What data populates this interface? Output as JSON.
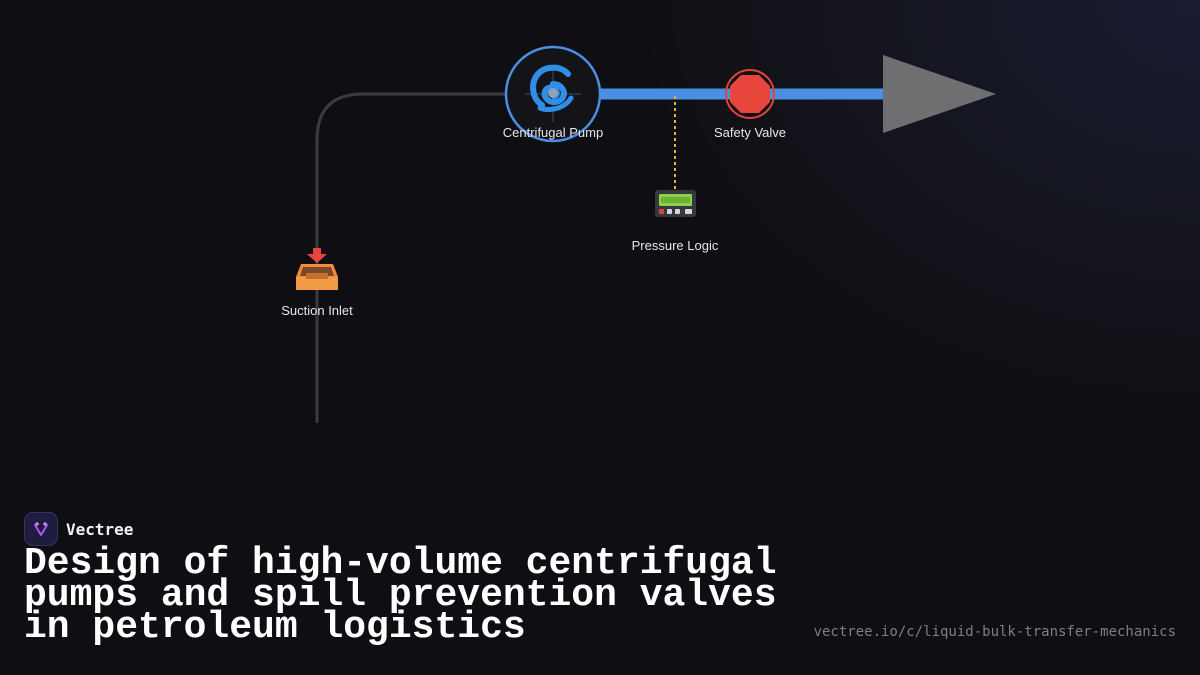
{
  "diagram": {
    "nodes": {
      "suction_inlet": {
        "label": "Suction Inlet",
        "icon": "inbox-tray-icon"
      },
      "centrifugal_pump": {
        "label": "Centrifugal Pump",
        "icon": "cyclone-icon"
      },
      "safety_valve": {
        "label": "Safety Valve",
        "icon": "stop-sign-icon"
      },
      "pressure_logic": {
        "label": "Pressure Logic",
        "icon": "pager-icon"
      }
    },
    "colors": {
      "suction_line": "#3a3a3f",
      "discharge_line": "#4a8fe2",
      "signal_line": "#e8b23a",
      "outlet_arrow": "#6f6f72",
      "pump_ring": "#4a8fe2",
      "valve_ring": "#e0443a"
    }
  },
  "brand": {
    "name": "Vectree",
    "logo_icon": "vectree-logo-icon"
  },
  "headline": "Design of high-volume centrifugal pumps and spill prevention valves in petroleum logistics",
  "source_url": "vectree.io/c/liquid-bulk-transfer-mechanics"
}
